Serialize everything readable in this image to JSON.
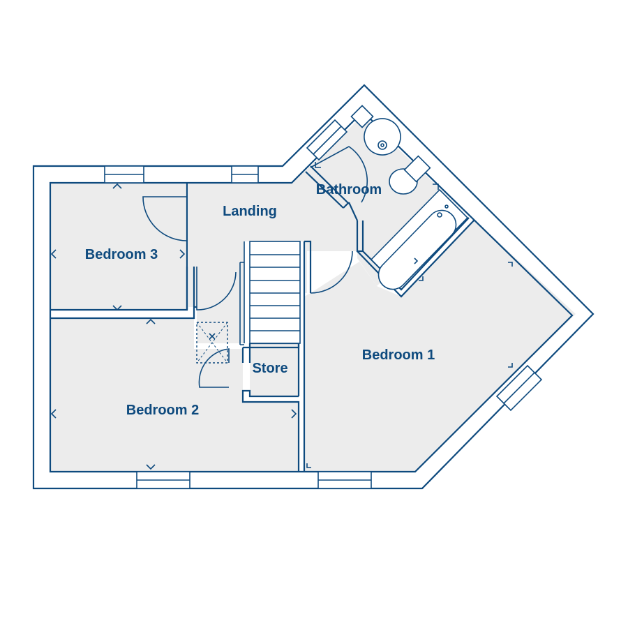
{
  "rooms": {
    "bedroom_1": "Bedroom 1",
    "bedroom_2": "Bedroom 2",
    "bedroom_3": "Bedroom 3",
    "landing": "Landing",
    "bathroom": "Bathroom",
    "store": "Store"
  },
  "colors": {
    "line": "#0e4a7e",
    "floor": "#ececec",
    "background": "#ffffff"
  }
}
